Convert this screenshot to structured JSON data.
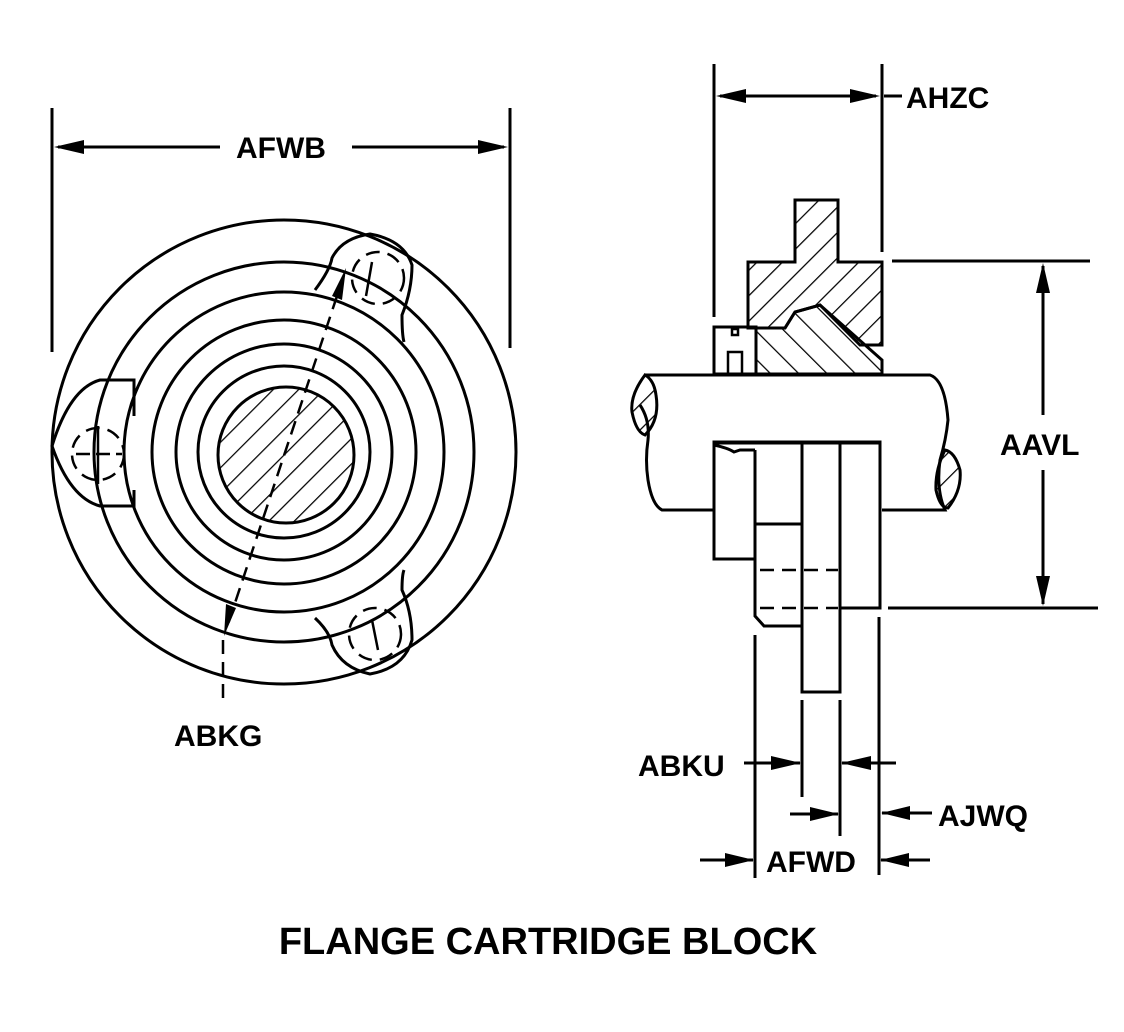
{
  "diagram": {
    "title": "FLANGE CARTRIDGE BLOCK",
    "views": [
      "front-view",
      "section-view"
    ],
    "dimensions": {
      "AFWB": "AFWB",
      "ABKG": "ABKG",
      "AHZC": "AHZC",
      "AAVL": "AAVL",
      "ABKU": "ABKU",
      "AJWQ": "AJWQ",
      "AFWD": "AFWD"
    },
    "colors": {
      "ink": "#000000",
      "paper": "#ffffff"
    }
  }
}
